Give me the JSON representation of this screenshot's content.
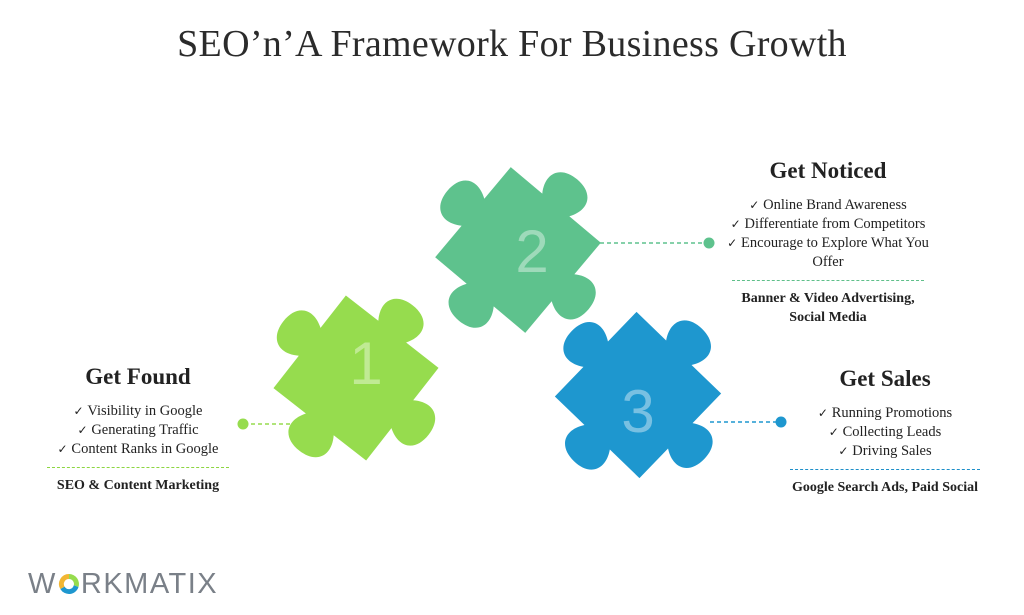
{
  "title": "SEO’n’A Framework For Business Growth",
  "colors": {
    "piece1": "#96dc4e",
    "piece2": "#5ec28d",
    "piece3": "#1e97cf",
    "text": "#222222"
  },
  "pieces": [
    {
      "number": "1",
      "color": "#96dc4e"
    },
    {
      "number": "2",
      "color": "#5ec28d"
    },
    {
      "number": "3",
      "color": "#1e97cf"
    }
  ],
  "stages": {
    "found": {
      "heading": "Get Found",
      "items": [
        "Visibility in Google",
        "Generating Traffic",
        "Content Ranks in Google"
      ],
      "channels": "SEO & Content Marketing"
    },
    "noticed": {
      "heading": "Get Noticed",
      "items": [
        "Online Brand Awareness",
        "Differentiate from Competitors",
        "Encourage to Explore What You Offer"
      ],
      "channels": "Banner & Video Advertising, Social Media"
    },
    "sales": {
      "heading": "Get Sales",
      "items": [
        "Running Promotions",
        "Collecting Leads",
        "Driving Sales"
      ],
      "channels": "Google Search Ads, Paid Social"
    }
  },
  "logo": {
    "text_pre": "W",
    "text_post": "RKMATIX"
  }
}
